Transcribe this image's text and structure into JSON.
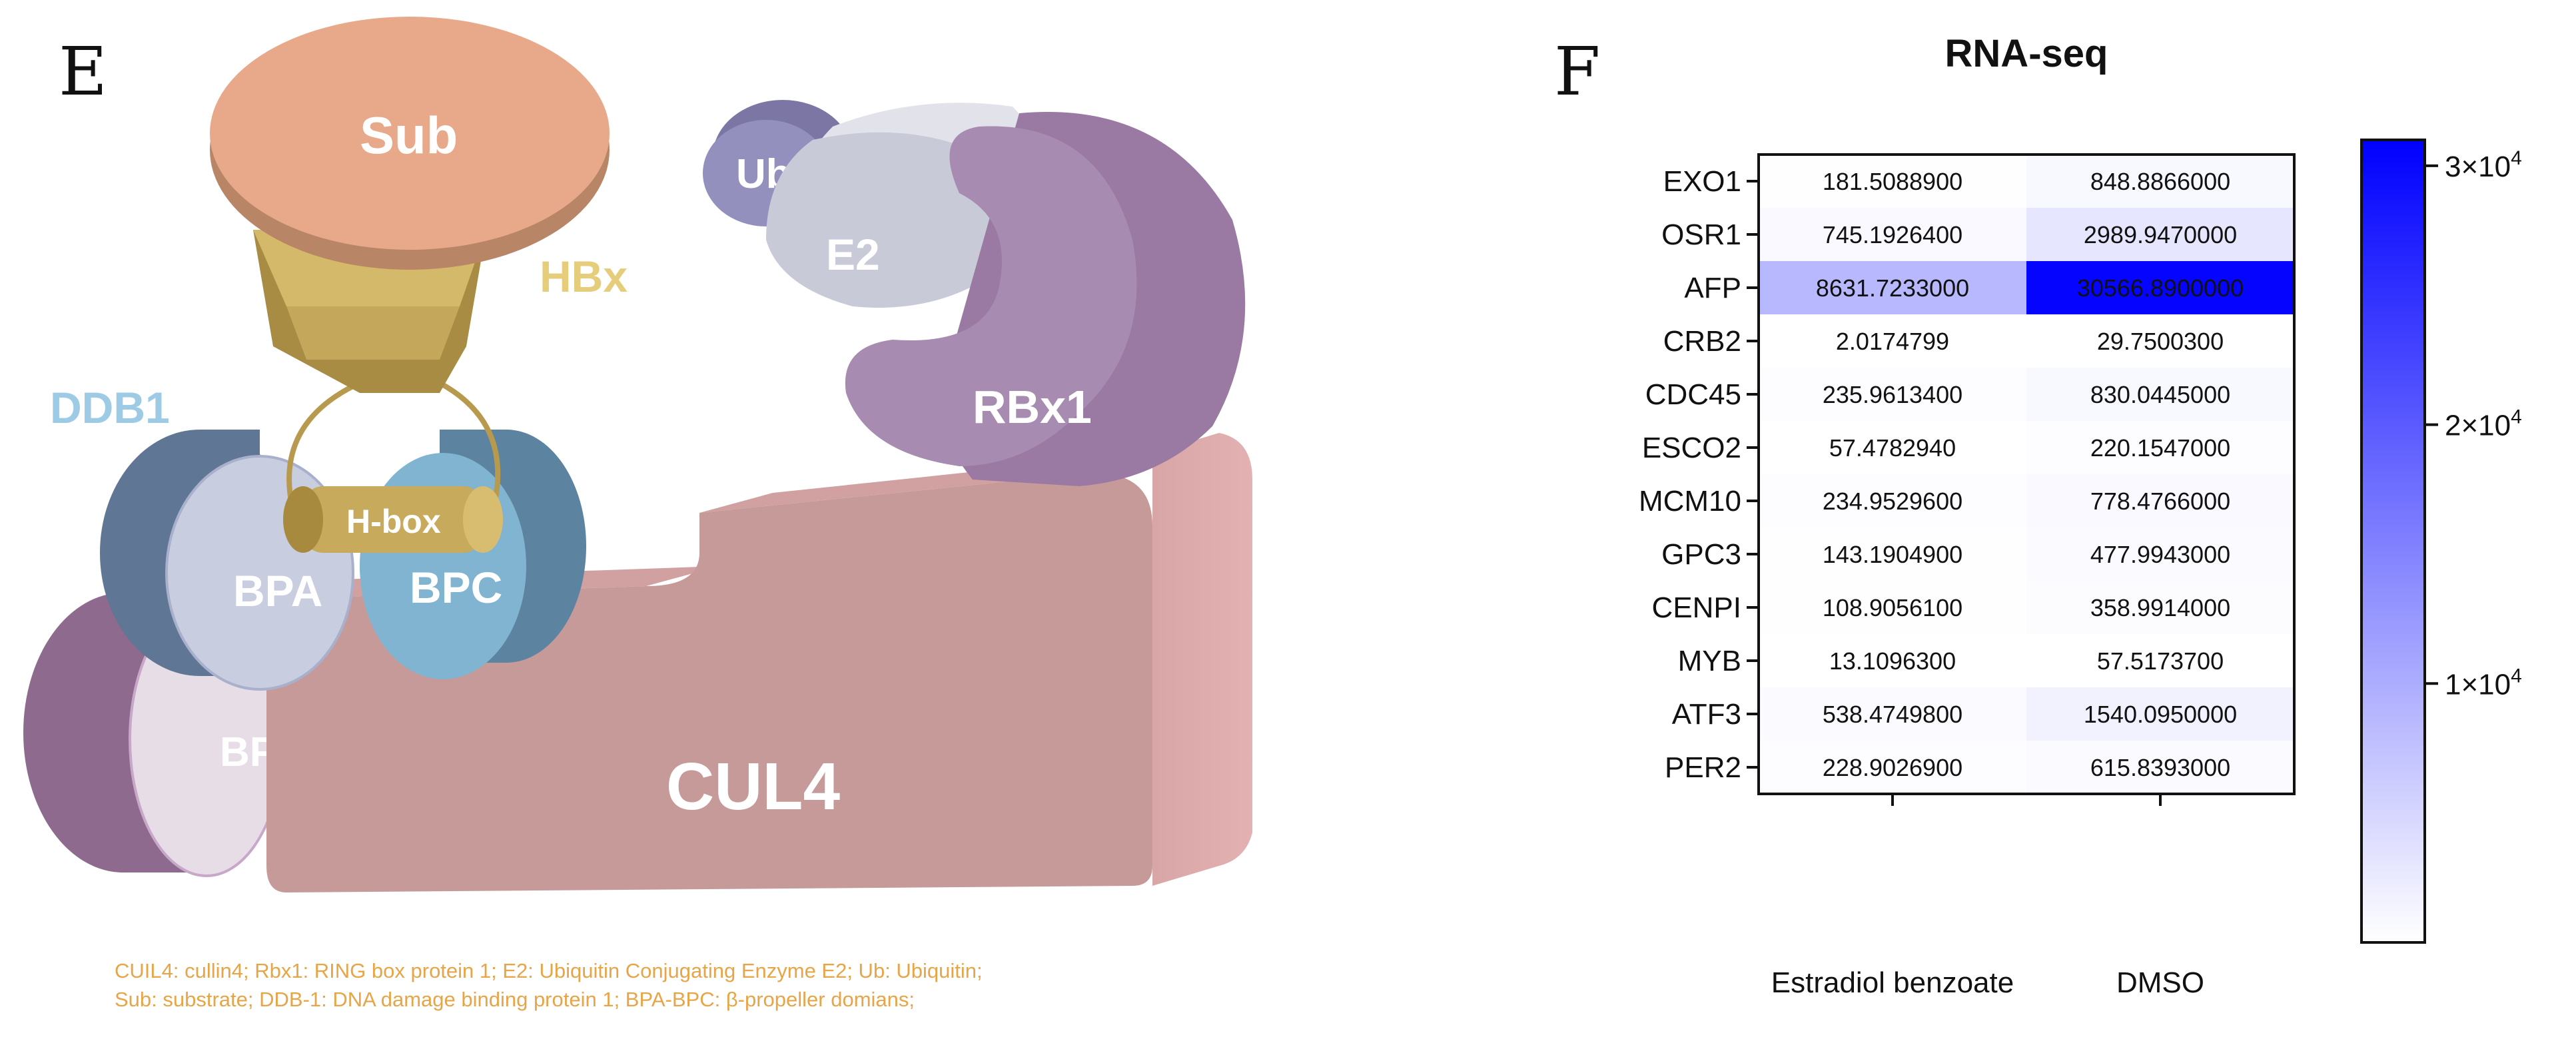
{
  "panel_e": {
    "letter": "E",
    "labels": {
      "sub": "Sub",
      "hbx": "HBx",
      "ddb1": "DDB1",
      "hbox": "H-box",
      "bpa": "BPA",
      "bpc": "BPC",
      "bpb": "BPB",
      "cul4": "CUL4",
      "ub": "Ub",
      "e2": "E2",
      "rbx1": "RBx1"
    },
    "legend": [
      "CUIL4: cullin4; Rbx1: RING box protein 1; E2: Ubiquitin Conjugating Enzyme E2; Ub: Ubiquitin;",
      "Sub: substrate; DDB-1: DNA damage binding protein 1; BPA-BPC: β-propeller domians;"
    ],
    "colors": {
      "sub": "#e8a98a",
      "hbx": "#d4b96a",
      "ddb1_text": "#9dcbe6",
      "hbx_text": "#e6cd7c",
      "bpa": "#c8cde0",
      "bpc": "#7fb3cf",
      "bpb": "#e6dce6",
      "cul4": "#c79a9a",
      "ub": "#8b86b5",
      "e2": "#c8cad8",
      "rbx1": "#a88bb0",
      "legend_text": "#e8a548"
    }
  },
  "panel_f": {
    "letter": "F",
    "chart_data": {
      "type": "heatmap",
      "title": "RNA-seq",
      "rows": [
        "EXO1",
        "OSR1",
        "AFP",
        "CRB2",
        "CDC45",
        "ESCO2",
        "MCM10",
        "GPC3",
        "CENPI",
        "MYB",
        "ATF3",
        "PER2"
      ],
      "columns": [
        "Estradiol benzoate",
        "DMSO"
      ],
      "values": [
        [
          181.50889,
          848.8866
        ],
        [
          745.19264,
          2989.947
        ],
        [
          8631.7233,
          30566.89
        ],
        [
          2.0174799,
          29.75003
        ],
        [
          235.96134,
          830.0445
        ],
        [
          57.478294,
          220.1547
        ],
        [
          234.95296,
          778.4766
        ],
        [
          143.19049,
          477.9943
        ],
        [
          108.90561,
          358.9914
        ],
        [
          13.10963,
          57.51737
        ],
        [
          538.47498,
          1540.095
        ],
        [
          228.90269,
          615.8393
        ]
      ],
      "value_labels": [
        [
          "181.5088900",
          "848.8866000"
        ],
        [
          "745.1926400",
          "2989.9470000"
        ],
        [
          "8631.7233000",
          "30566.8900000"
        ],
        [
          "2.0174799",
          "29.7500300"
        ],
        [
          "235.9613400",
          "830.0445000"
        ],
        [
          "57.4782940",
          "220.1547000"
        ],
        [
          "234.9529600",
          "778.4766000"
        ],
        [
          "143.1904900",
          "477.9943000"
        ],
        [
          "108.9056100",
          "358.9914000"
        ],
        [
          "13.1096300",
          "57.5173700"
        ],
        [
          "538.4749800",
          "1540.0950000"
        ],
        [
          "228.9026900",
          "615.8393000"
        ]
      ],
      "color_scale": {
        "min": 0,
        "max": 31000,
        "low_color": "#ffffff",
        "high_color": "#0000ff"
      },
      "colorbar_ticks": [
        {
          "value": 10000,
          "label": "1×10",
          "exp": "4"
        },
        {
          "value": 20000,
          "label": "2×10",
          "exp": "4"
        },
        {
          "value": 30000,
          "label": "3×10",
          "exp": "4"
        }
      ]
    }
  }
}
